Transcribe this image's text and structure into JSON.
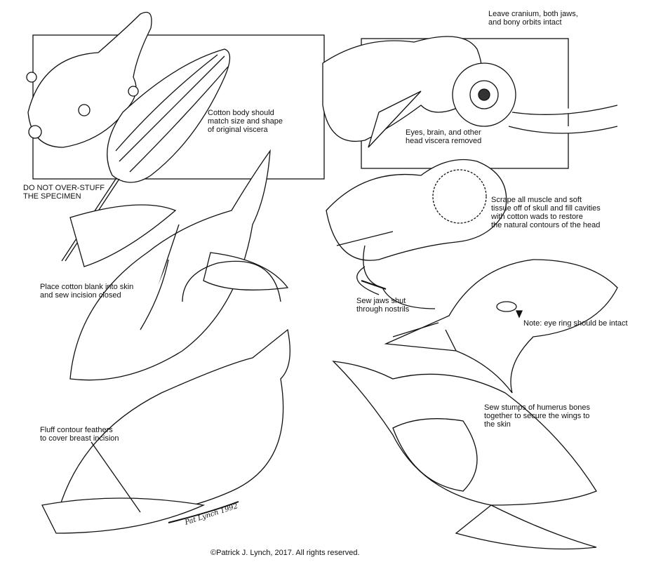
{
  "labels": {
    "cranium": [
      "Leave cranium, both jaws,",
      "and bony orbits intact"
    ],
    "cotton_body": [
      "Cotton body should",
      "match size and shape",
      "of original viscera"
    ],
    "overstuff": [
      "DO NOT OVER-STUFF",
      "THE SPECIMEN"
    ],
    "eyes_brain": [
      "Eyes, brain, and other",
      "head viscera removed"
    ],
    "scrape": [
      "Scrape all muscle and soft",
      "tissue off of skull and fill cavities",
      "with cotton wads to restore",
      "the natural contours of the head"
    ],
    "place_cotton": [
      "Place cotton blank into skin",
      "and sew incision closed"
    ],
    "sew_jaws": [
      "Sew jaws shut",
      "through nostrils"
    ],
    "eye_ring": [
      "Note: eye ring should be intact"
    ],
    "fluff": [
      "Fluff contour feathers",
      "to cover breast incision"
    ],
    "humerus": [
      "Sew stumps of humerus bones",
      "together to secure the wings to",
      "the skin"
    ]
  },
  "signature": "Pat Lynch 1992",
  "copyright": "©Patrick J. Lynch, 2017. All rights reserved."
}
